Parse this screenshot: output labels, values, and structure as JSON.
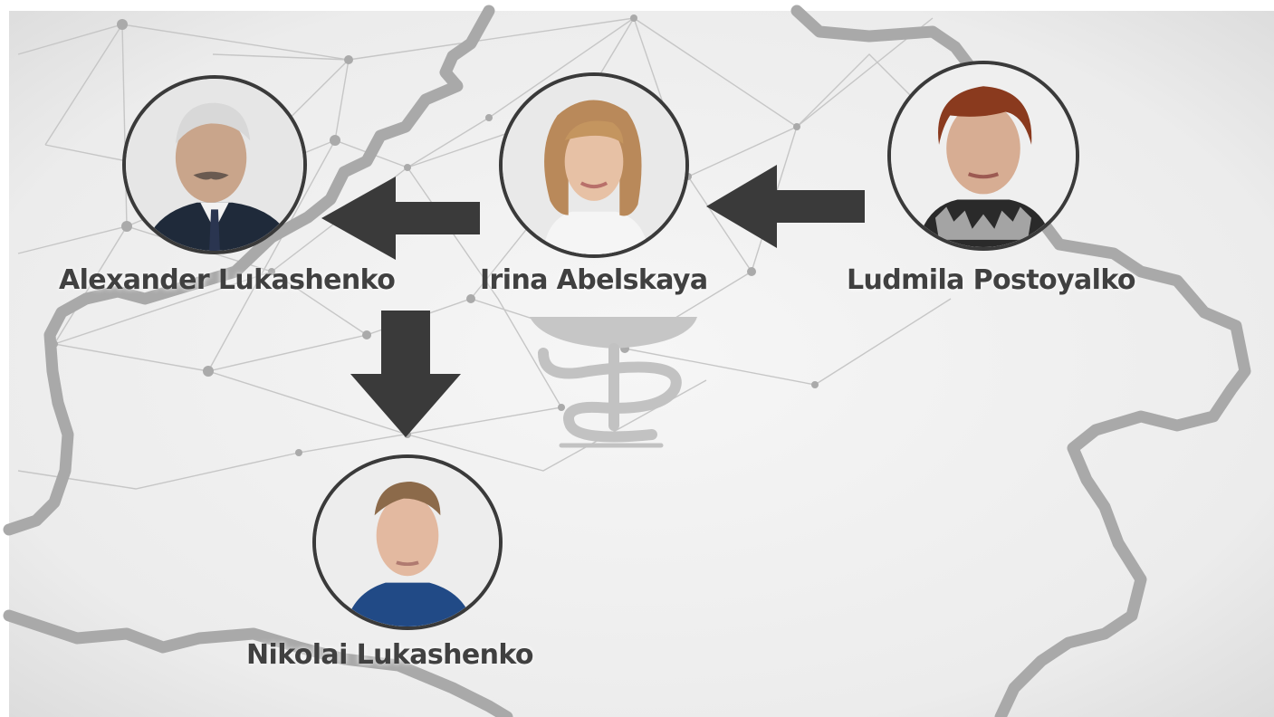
{
  "people": [
    {
      "id": "alexander",
      "name": "Alexander Lukashenko",
      "photo": "man-portrait"
    },
    {
      "id": "irina",
      "name": "Irina Abelskaya",
      "photo": "woman-portrait"
    },
    {
      "id": "ludmila",
      "name": "Ludmila Postoyalko",
      "photo": "woman-portrait"
    },
    {
      "id": "nikolai",
      "name": "Nikolai Lukashenko",
      "photo": "young-man-portrait"
    }
  ],
  "links": [
    {
      "from": "ludmila",
      "to": "irina"
    },
    {
      "from": "irina",
      "to": "alexander"
    },
    {
      "from": "alexander",
      "to": "nikolai"
    }
  ],
  "colors": {
    "background": "#f1f1f1",
    "map_border": "#a8a8a8",
    "network": "#bdbdbd",
    "arrow": "#3a3a3a",
    "label": "#404040",
    "symbol": "#c4c4c4"
  },
  "icons": {
    "background_map": "belarus-map-outline",
    "pharmacy_symbol": "bowl-and-serpent-icon"
  }
}
